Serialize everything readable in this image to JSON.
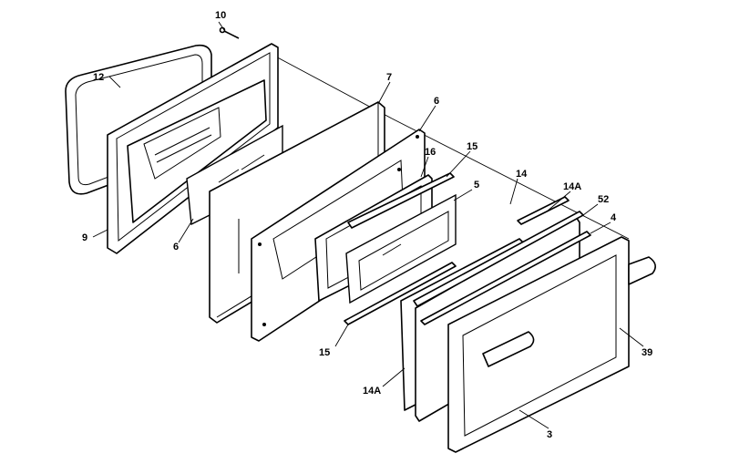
{
  "callouts": {
    "c10": "10",
    "c12": "12",
    "c7": "7",
    "c6a": "6",
    "c16": "16",
    "c15a": "15",
    "c5": "5",
    "c14": "14",
    "c14a_top": "14A",
    "c52": "52",
    "c4": "4",
    "c9": "9",
    "c6b": "6",
    "c15b": "15",
    "c14a_bottom": "14A",
    "c39": "39",
    "c3": "3"
  }
}
